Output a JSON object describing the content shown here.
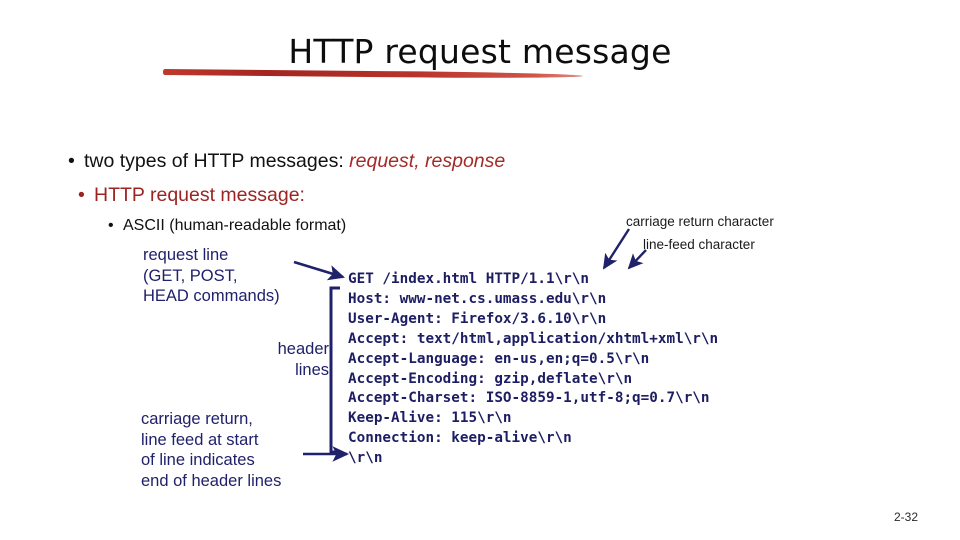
{
  "slide": {
    "title": "HTTP request message",
    "page_number": "2-32",
    "accent_red": "#a32a27",
    "accent_navy": "#20216b",
    "mono_navy": "#1d1d63"
  },
  "bullets": {
    "b1_prefix": "two types of HTTP messages: ",
    "b1_emphasis": "request, response",
    "b2": "HTTP request message:",
    "b3": "ASCII (human-readable format)"
  },
  "annotations": {
    "request_line": "request line\n(GET, POST,\nHEAD commands)",
    "header_lines": "header\nlines",
    "crlf_note": "carriage return,\nline feed at start\nof line indicates\nend of header lines",
    "carriage_return_char": "carriage return character",
    "line_feed_char": "line-feed character"
  },
  "http_message": {
    "lines": [
      "GET /index.html HTTP/1.1\\r\\n",
      "Host: www-net.cs.umass.edu\\r\\n",
      "User-Agent: Firefox/3.6.10\\r\\n",
      "Accept: text/html,application/xhtml+xml\\r\\n",
      "Accept-Language: en-us,en;q=0.5\\r\\n",
      "Accept-Encoding: gzip,deflate\\r\\n",
      "Accept-Charset: ISO-8859-1,utf-8;q=0.7\\r\\n",
      "Keep-Alive: 115\\r\\n",
      "Connection: keep-alive\\r\\n",
      "\\r\\n"
    ]
  }
}
